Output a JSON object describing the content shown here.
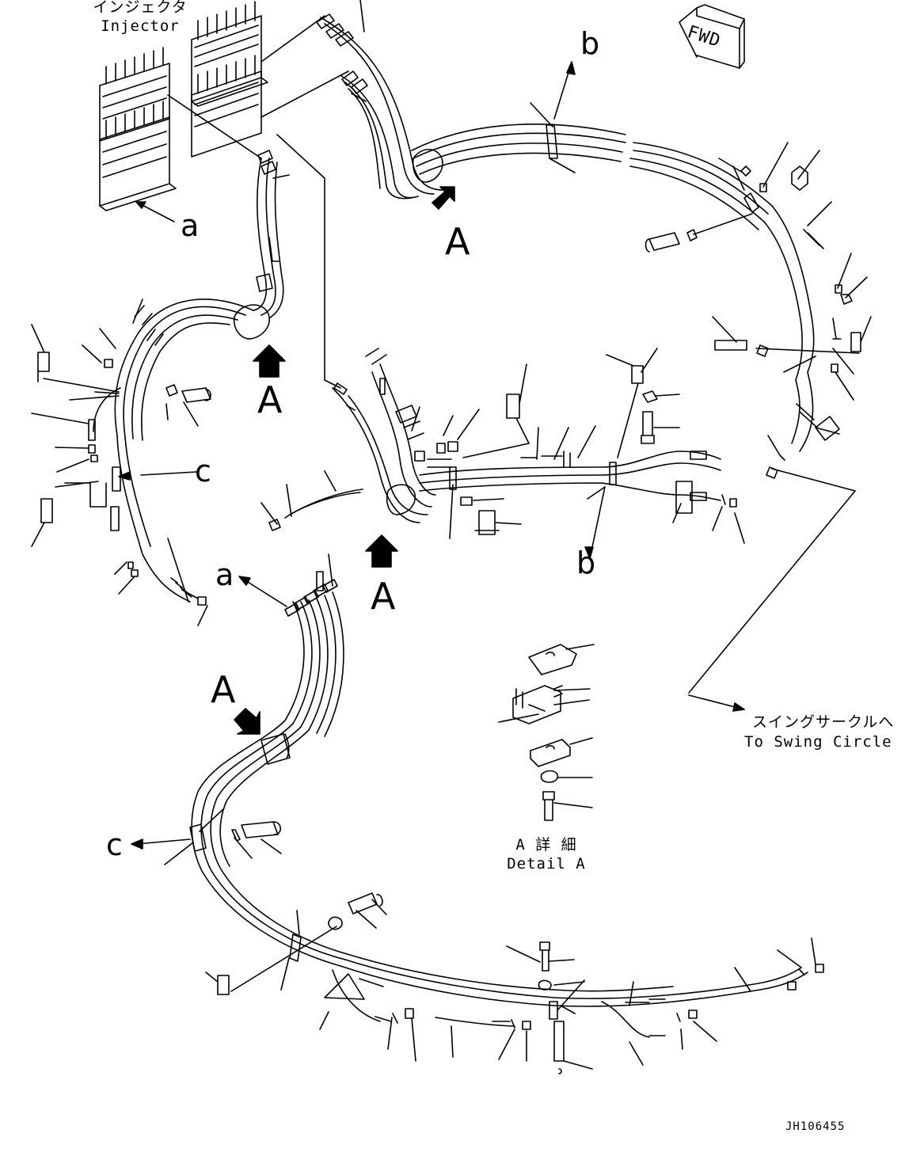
{
  "labels": {
    "injector_jp": "インジェクタ",
    "injector_en": "Injector",
    "fwd": "FWD",
    "swing_jp": "スイングサークルへ",
    "swing_en": "To Swing Circle",
    "detail_jp": "A 詳 細",
    "detail_en": "Detail A",
    "ref_code": "JH106455"
  },
  "callouts": {
    "A": "A",
    "a": "a",
    "b": "b",
    "c": "c"
  },
  "colors": {
    "ink": "#000000",
    "paper": "#ffffff"
  }
}
